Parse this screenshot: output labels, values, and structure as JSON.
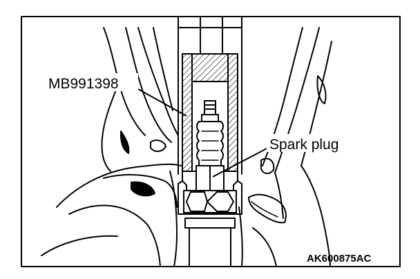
{
  "labels": {
    "tool": "MB991398",
    "part": "Spark plug",
    "figure_code": "AK600875AC"
  },
  "colors": {
    "ink": "#000000",
    "paper": "#ffffff"
  }
}
